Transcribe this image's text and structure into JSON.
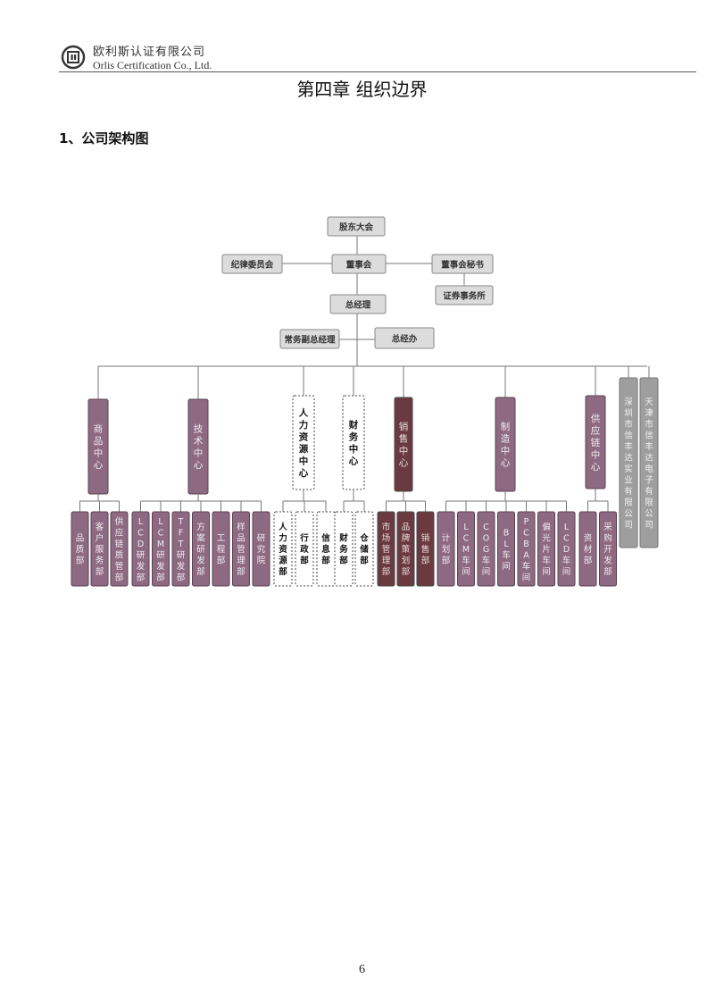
{
  "header": {
    "company_cn": "欧利斯认证有限公司",
    "company_en": "Orlis Certification Co., Ltd."
  },
  "chapter_title": "第四章  组织边界",
  "section_title": "1、公司架构图",
  "page_number": "6",
  "org": {
    "shareholders": "股东大会",
    "board": "董事会",
    "discipline": "纪律委员会",
    "board_secretary": "董事会秘书",
    "securities_office": "证券事务所",
    "general_manager": "总经理",
    "exec_deputy_gm": "常务副总经理",
    "gm_office": "总经办",
    "centers": [
      {
        "label": "商品中心",
        "depts": [
          "品质部",
          "客户服务部",
          "供应链质管部"
        ]
      },
      {
        "label": "技术中心",
        "depts": [
          "LCD研发部",
          "LCM研发部",
          "TFT研发部",
          "方案研发部",
          "工程部",
          "样品管理部",
          "研究院"
        ]
      },
      {
        "label": "人力资源中心",
        "depts": [
          "人力资源部",
          "行政部",
          "信息部"
        ]
      },
      {
        "label": "财务中心",
        "depts": [
          "财务部",
          "仓储部"
        ]
      },
      {
        "label": "销售中心",
        "depts": [
          "市场管理部",
          "品牌策划部",
          "销售部"
        ]
      },
      {
        "label": "制造中心",
        "depts": [
          "计划部",
          "LCM车间",
          "COG车间",
          "BL车间",
          "PCBA车间",
          "偏光片车间",
          "LCD车间"
        ]
      },
      {
        "label": "供应链中心",
        "depts": [
          "资材部",
          "采购开发部"
        ]
      },
      {
        "label": "深圳市信丰达实业有限公司",
        "depts": []
      },
      {
        "label": "天津市信丰达电子有限公司",
        "depts": []
      }
    ]
  },
  "colors": {
    "purple": "#8e6a82",
    "darkred": "#6b3a40",
    "gray": "#9e9e9e",
    "light": "#dcdcdc",
    "white": "#ffffff"
  }
}
